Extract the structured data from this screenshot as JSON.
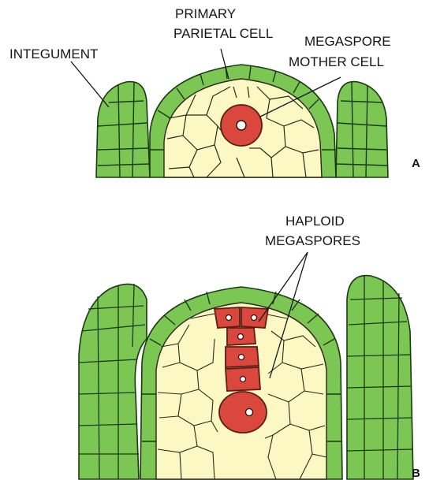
{
  "panel_a": {
    "panel_label": "A",
    "labels": {
      "primary_parietal_line1": "PRIMARY",
      "primary_parietal_line2": "PARIETAL CELL",
      "megaspore_line1": "MEGASPORE",
      "megaspore_line2": "MOTHER CELL",
      "integument": "INTEGUMENT"
    }
  },
  "panel_b": {
    "panel_label": "B",
    "labels": {
      "haploid_line1": "HAPLOID",
      "haploid_line2": "MEGASPORES"
    }
  },
  "colors": {
    "outer_cells": "#7cc653",
    "inner_cells": "#fcf8c4",
    "megaspore_cells": "#d9473d",
    "outline": "#151515"
  }
}
